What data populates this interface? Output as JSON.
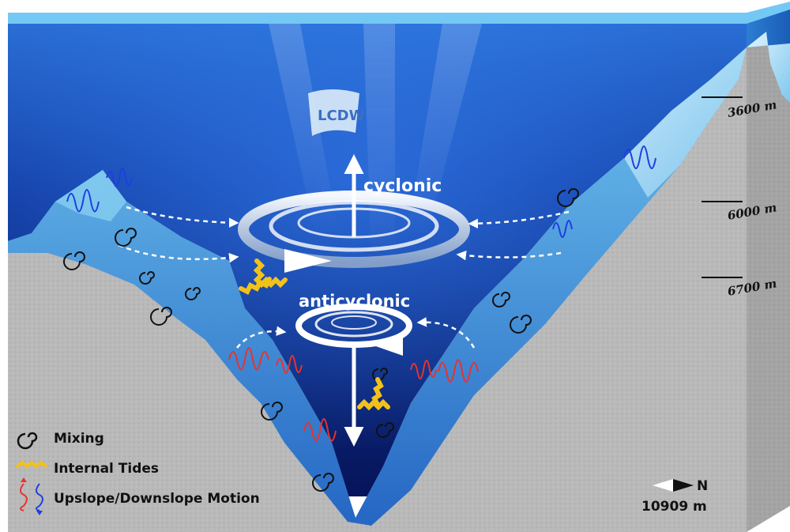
{
  "labels": {
    "lcdw": "LCDW",
    "cyclonic": "cyclonic",
    "anticyclonic": "anticyclonic"
  },
  "depth_marks": [
    "3600 m",
    "6000 m",
    "6700 m"
  ],
  "legend": {
    "mixing": "Mixing",
    "internal_tides": "Internal Tides",
    "slope_motion": "Upslope/Downslope Motion"
  },
  "compass": {
    "north": "N",
    "max_depth": "10909 m"
  },
  "colors": {
    "water_surface": "#5fc0f0",
    "water_deep": "#0a1e6e",
    "seafloor": "#46a6e6",
    "rock": "#b9b9b9",
    "tides": "#f2c21b",
    "upslope": "#e8322c",
    "downslope": "#1f3fe0",
    "arrow": "#ffffff"
  }
}
